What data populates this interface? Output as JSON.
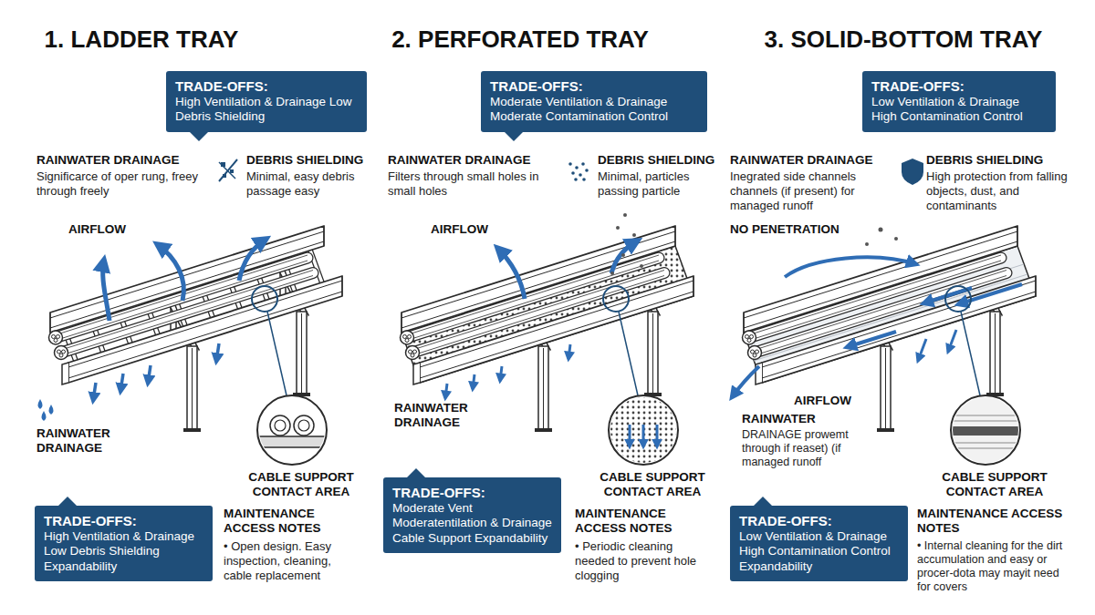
{
  "diagram": {
    "nodes": [
      {
        "text": [
          "TRADE-OFFS:",
          "High Ventilation & Drainage Low Debris Shielding"
        ]
      },
      {
        "text": [
          "TRADE-OFFS:",
          "Moderate Ventilation & Drainage Moderate Contamination Control"
        ]
      },
      {
        "text": [
          "TRADE-OFFS:",
          "Low Ventilation & Drainage High Contamination Control"
        ]
      },
      {
        "text": [
          "TRADE-OFFS:",
          "High Ventilation & Drainage Low Debris Shielding Expandability"
        ]
      },
      {
        "text": [
          "TRADE-OFFS:",
          "Moderate Vent Moderatentilation & Drainage Cable Support Expandability"
        ]
      },
      {
        "text": [
          "TRADE-OFFS:",
          "Low Ventilation & Drainage High Contamination Control Expandability"
        ]
      }
    ],
    "labels": [
      "1. LADDER TRAY",
      "RAINWATER DRAINAGE",
      "Significarce of oper rung, freey through freely",
      "DEBRIS SHIELDING",
      "Minimal, easy debris passage easy",
      "AIRFLOW",
      "RAINWATER DRAINAGE",
      "CABLE SUPPORT CONTACT AREA",
      "MAINTENANCE ACCESS NOTES",
      "• Open design. Easy inspection, cleaning, cable replacement",
      "2. PERFORATED TRAY",
      "RAINWATER DRAINAGE",
      "Filters through small holes in small holes",
      "DEBRIS SHIELDING",
      "Minimal, particles passing particle",
      "AIRFLOW",
      "RAINWATER DRAINAGE",
      "CABLE SUPPORT CONTACT AREA",
      "MAINTENANCE ACCESS NOTES",
      "• Periodic cleaning needed to prevent hole clogging",
      "3. SOLID-BOTTOM TRAY",
      "RAINWATER DRAINAGE",
      "Inegrated side channels channels (if present) for managed runoff",
      "DEBRIS SHIELDING",
      "High protection from falling objects, dust, and contaminants",
      "NO PENETRATION",
      "AIRFLOW",
      "RAINWATER",
      "DRAINAGE prowemt through if reaset) (if managed runoff",
      "CABLE SUPPORT CONTACT AREA",
      "MAINTENANCE ACCESS NOTES",
      "• Internal cleaning for the dirt accumulation and easy or procer-dota may mayit need for covers"
    ]
  }
}
